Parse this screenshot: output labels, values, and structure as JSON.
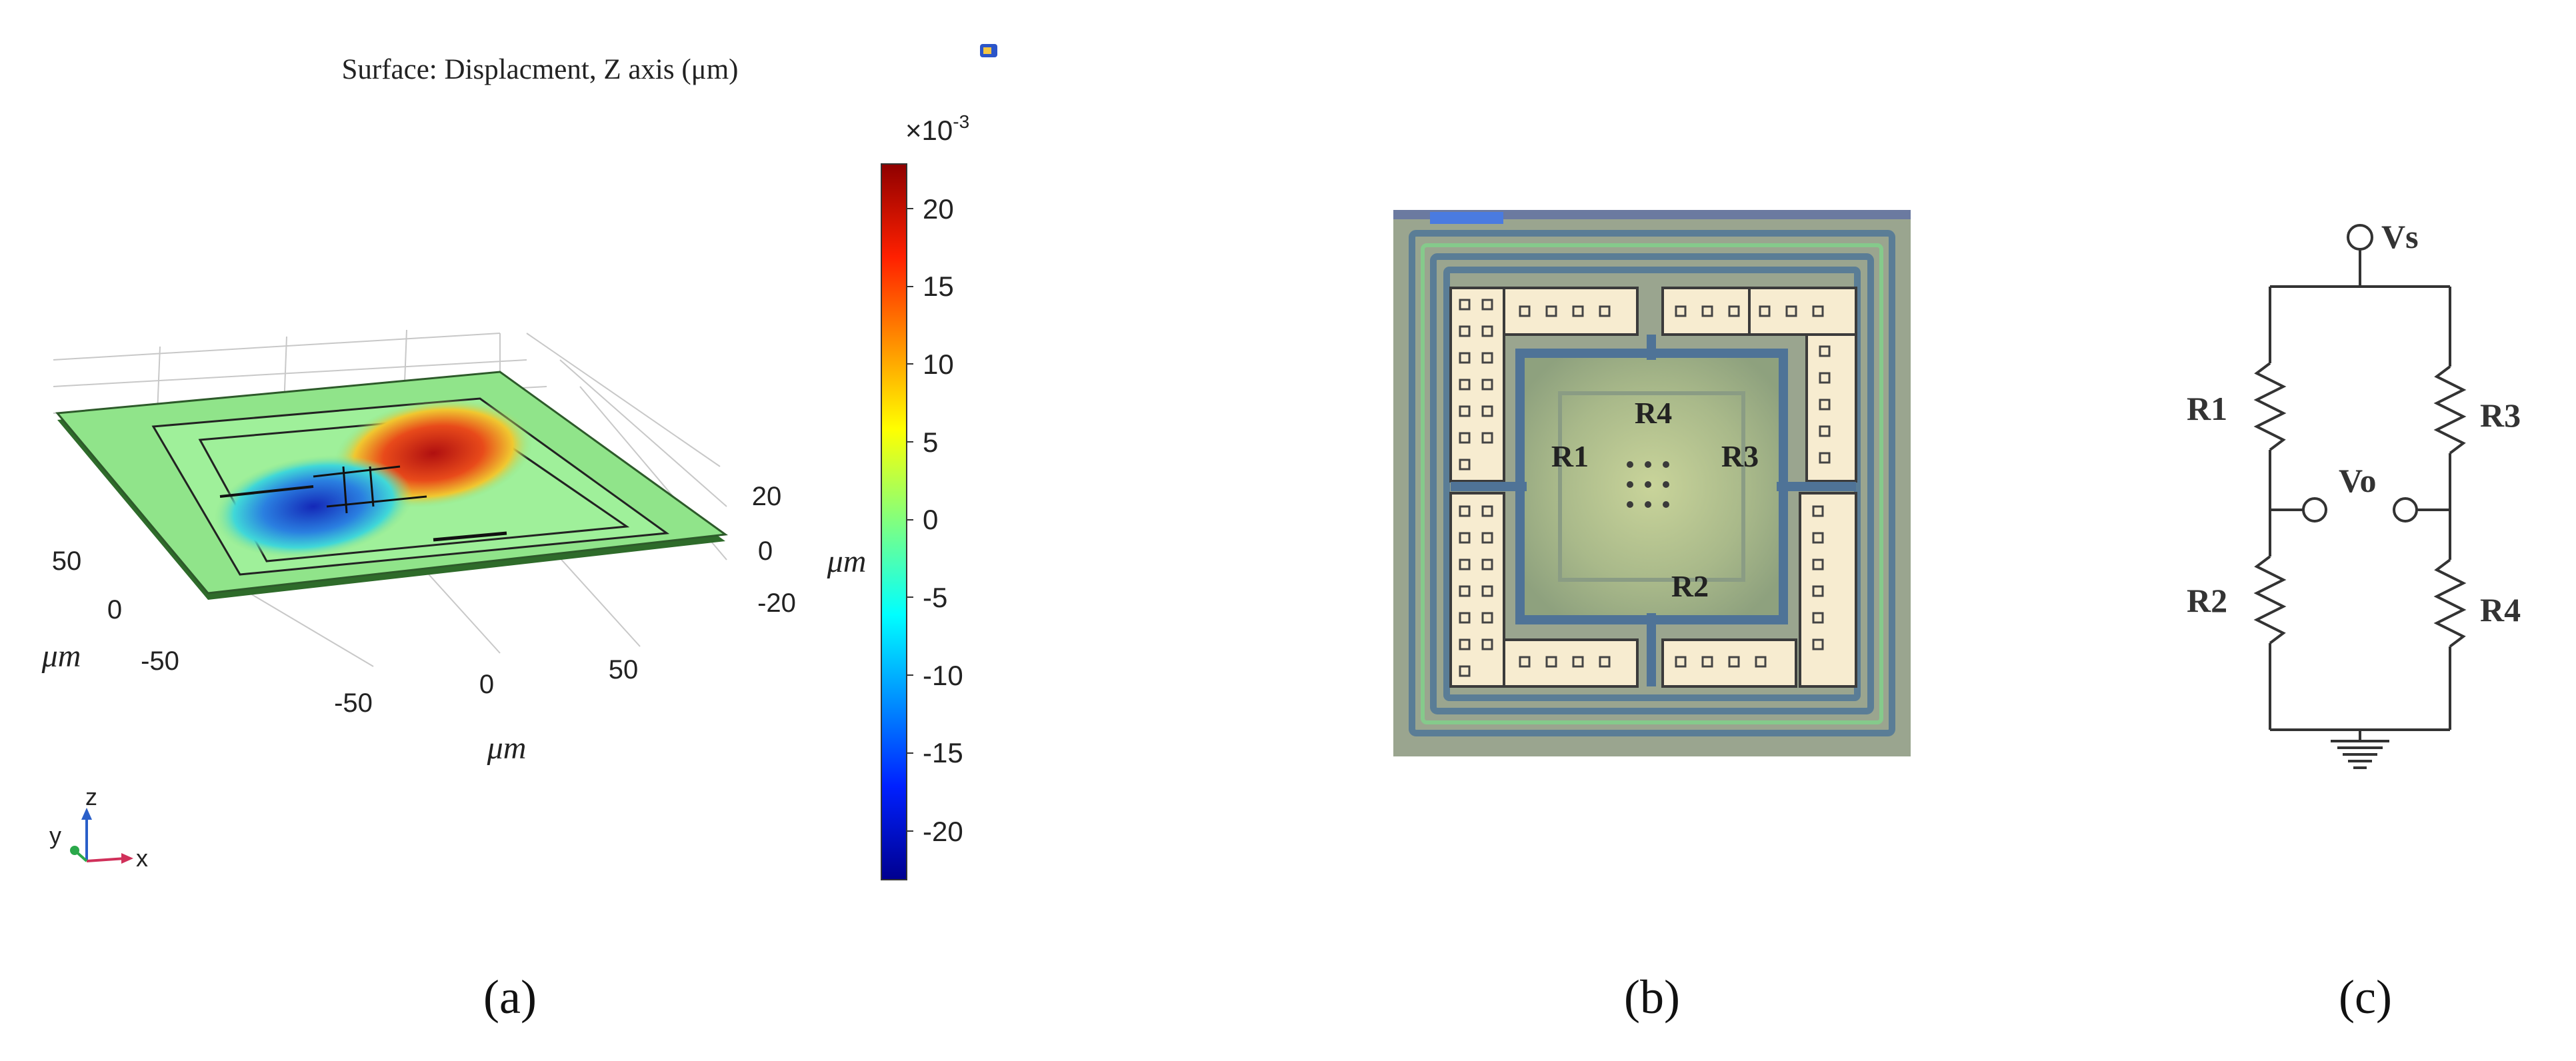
{
  "panel_a": {
    "title": "Surface: Displacment, Z axis  (μm)",
    "colorbar_exponent": "×10",
    "colorbar_exponent_power": "-3",
    "colorbar_ticks": [
      "20",
      "15",
      "10",
      "5",
      "0",
      "-5",
      "-10",
      "-15",
      "-20"
    ],
    "colorbar_unit": "μm",
    "x_ticks": [
      "-50",
      "0",
      "50"
    ],
    "y_ticks": [
      "50",
      "0",
      "-50"
    ],
    "z_ticks": [
      "20",
      "0",
      "-20"
    ],
    "x_unit": "μm",
    "y_unit": "μm",
    "triad": {
      "z": "z",
      "y": "y",
      "x": "x"
    },
    "label": "(a)",
    "colors": {
      "plate": "#8fe38b",
      "hot": "#c81e1e",
      "cold": "#1a3fc4"
    }
  },
  "panel_b": {
    "resistors": {
      "r1": "R1",
      "r2": "R2",
      "r3": "R3",
      "r4": "R4"
    },
    "label": "(b)",
    "colors": {
      "substrate": "#9aa58f",
      "pads": "#f7ecd0",
      "traces": "#4f7397"
    }
  },
  "panel_c": {
    "supply": "Vs",
    "output": "Vo",
    "resistors": {
      "r1": "R1",
      "r2": "R2",
      "r3": "R3",
      "r4": "R4"
    },
    "label": "(c)"
  }
}
